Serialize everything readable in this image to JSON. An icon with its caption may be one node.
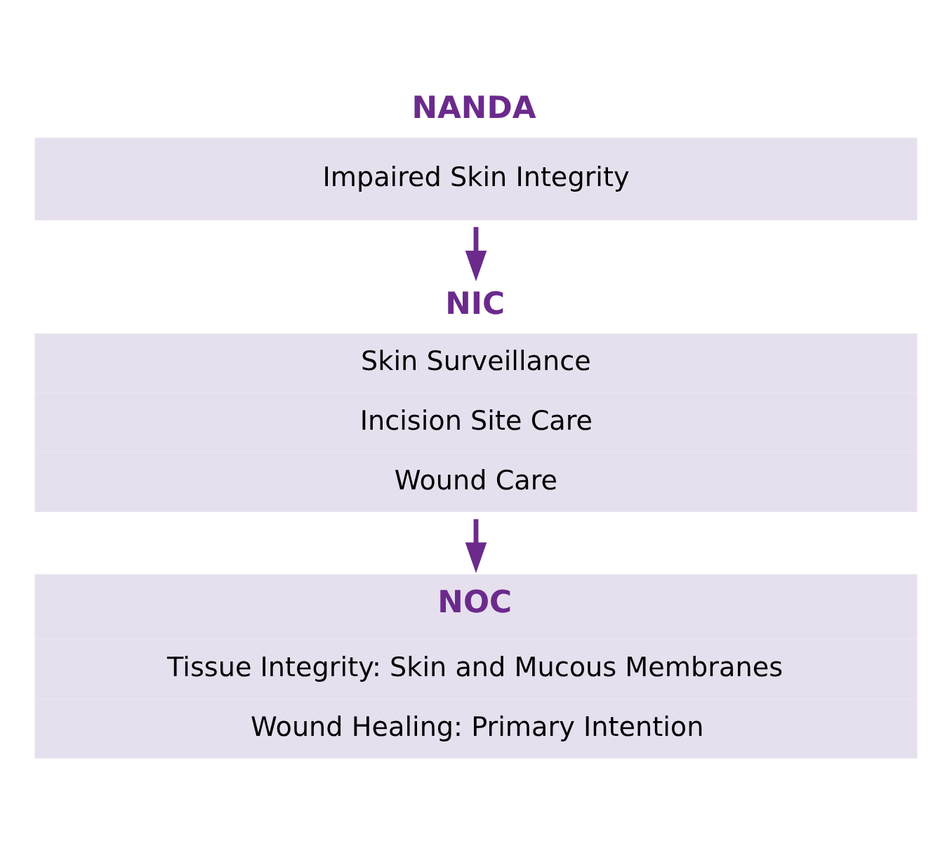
{
  "diagram": {
    "nodes": [
      {
        "text": [
          "NANDA",
          "Impaired Skin Integrity"
        ]
      },
      {
        "text": [
          "NIC",
          "Skin Surveillance",
          "Incision Site Care",
          "Wound Care"
        ]
      },
      {
        "text": [
          "NOC",
          "Tissue Integrity: Skin and Mucous Membranes",
          "Wound Healing: Primary Intention"
        ]
      }
    ],
    "edges": [
      {
        "from": 0,
        "to": 1,
        "arrow": "to"
      },
      {
        "from": 1,
        "to": 2,
        "arrow": "to"
      }
    ]
  }
}
